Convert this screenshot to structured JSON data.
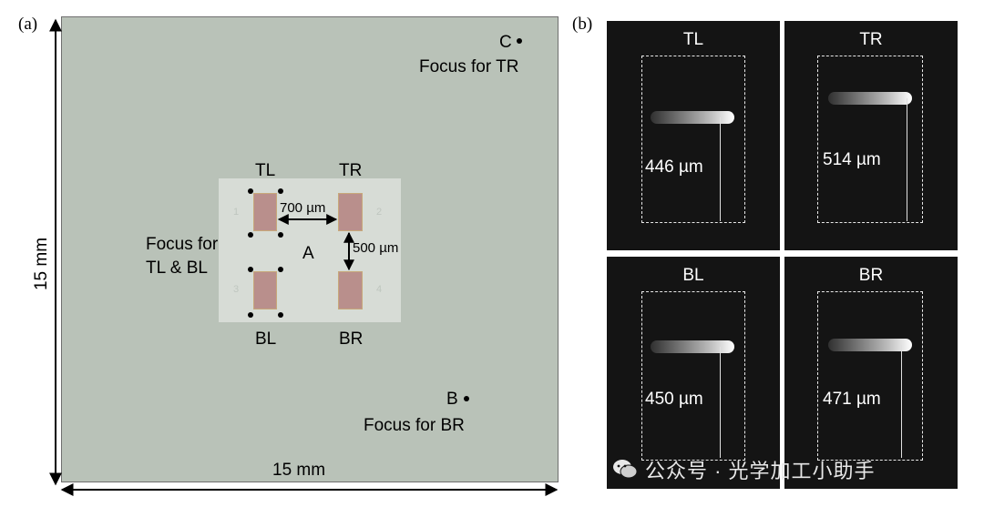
{
  "panel_a": {
    "tag": "(a)",
    "dimension_vertical": "15 mm",
    "dimension_horizontal": "15 mm",
    "point_c_label": "C",
    "point_c_caption": "Focus for TR",
    "point_b_label": "B",
    "point_b_caption": "Focus for BR",
    "point_a_label": "A",
    "focus_tl_bl_line1": "Focus for",
    "focus_tl_bl_line2": "TL & BL",
    "pad_tl": "TL",
    "pad_tr": "TR",
    "pad_bl": "BL",
    "pad_br": "BR",
    "spacing_horizontal": "700 µm",
    "spacing_vertical": "500 µm",
    "chip_markers": [
      "1",
      "2",
      "3",
      "4"
    ]
  },
  "panel_b": {
    "tag": "(b)",
    "images": [
      {
        "title": "TL",
        "measurement": "446 µm"
      },
      {
        "title": "TR",
        "measurement": "514 µm"
      },
      {
        "title": "BL",
        "measurement": "450 µm"
      },
      {
        "title": "BR",
        "measurement": "471 µm"
      }
    ],
    "watermark": "公众号 · 光学加工小助手"
  }
}
